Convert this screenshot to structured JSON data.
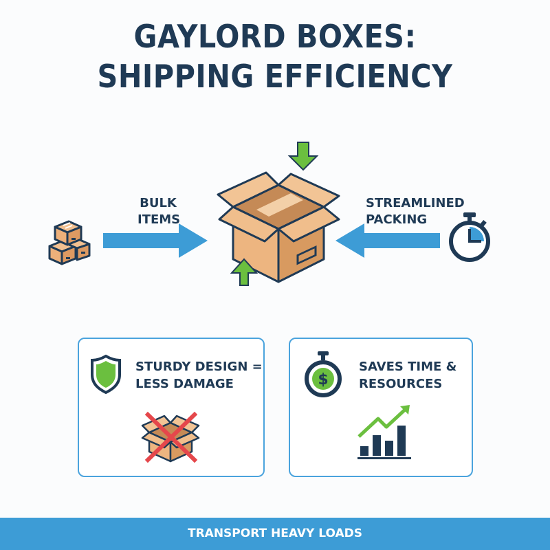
{
  "title": {
    "line1": "GAYLORD BOXES:",
    "line2": "SHIPPING EFFICIENCY"
  },
  "flow": {
    "left": {
      "label_line1": "BULK",
      "label_line2": "ITEMS",
      "icon": "stacked-boxes-icon"
    },
    "center": {
      "icon": "open-box-icon",
      "arrows": [
        "green-down-arrow",
        "green-up-arrow"
      ]
    },
    "right": {
      "label_line1": "STREAMLINED",
      "label_line2": "PACKING",
      "icon": "stopwatch-icon"
    }
  },
  "cards": [
    {
      "text_line1": "STURDY DESIGN =",
      "text_line2": "LESS DAMAGE",
      "icon": "shield-icon",
      "illustration": "crossed-out-damaged-box-icon"
    },
    {
      "text_line1": "SAVES TIME &",
      "text_line2": "RESOURCES",
      "icon": "dollar-stopwatch-icon",
      "illustration": "growth-bar-chart-icon"
    }
  ],
  "footer": {
    "label": "TRANSPORT HEAVY LOADS"
  },
  "colors": {
    "navy": "#1f3a55",
    "blue": "#3d9cd6",
    "green": "#6bbf3f",
    "cardboard": "#e9b27e",
    "red": "#e5474b"
  }
}
